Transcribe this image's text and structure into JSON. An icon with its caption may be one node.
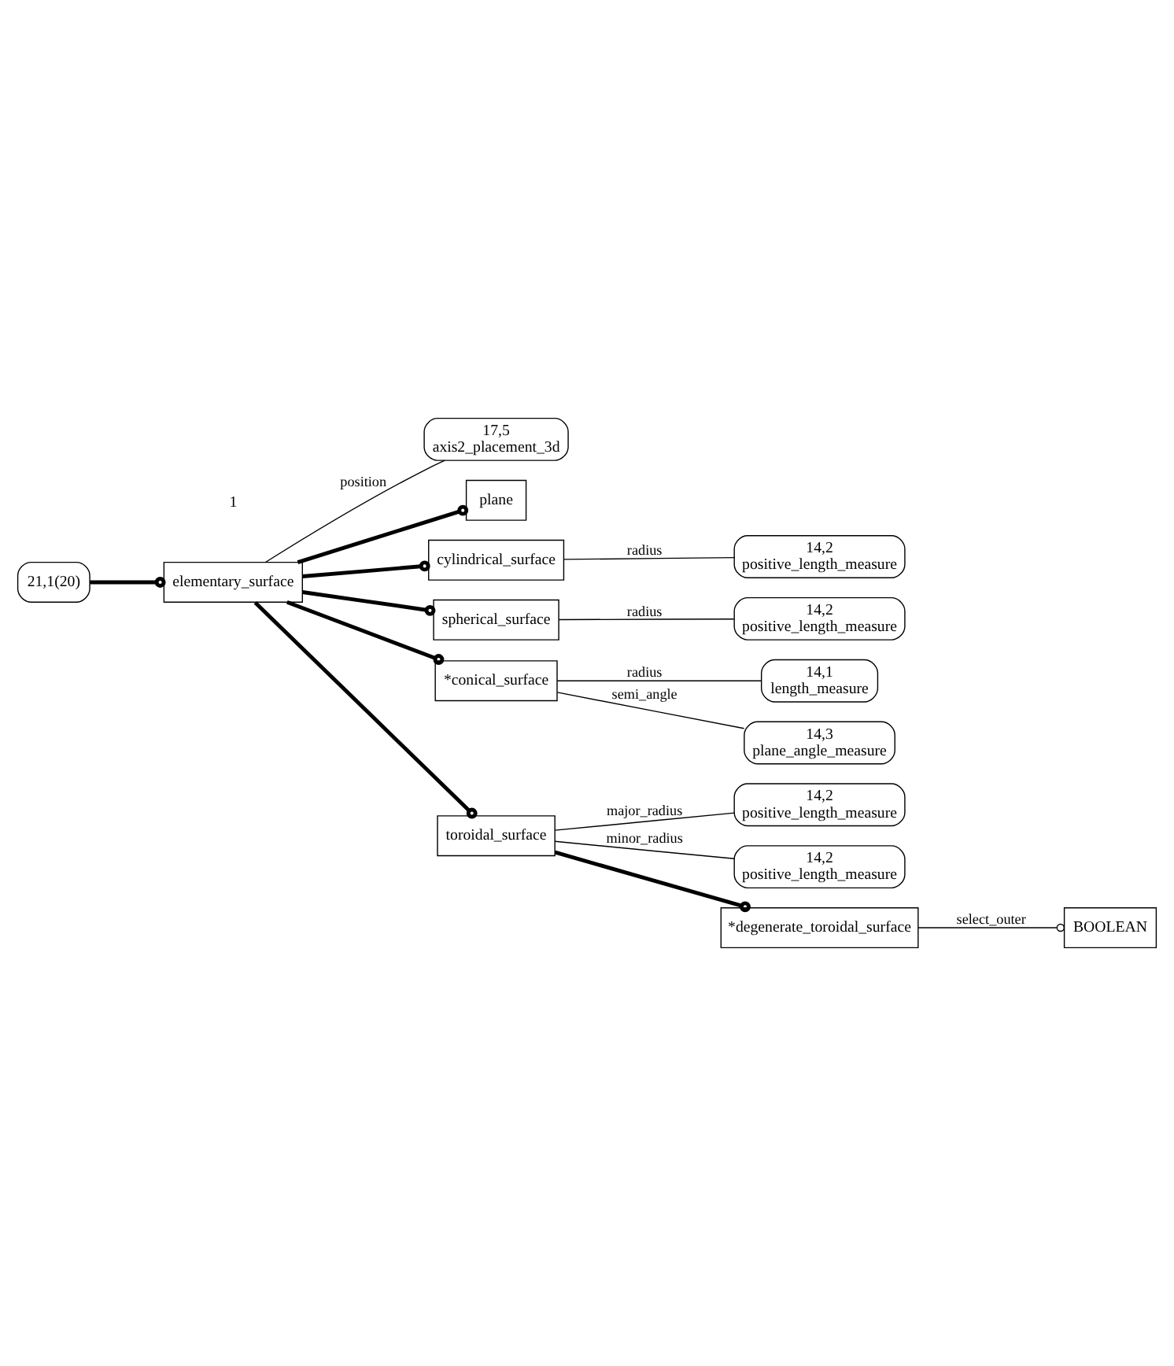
{
  "diagram": {
    "nodes": [
      {
        "text": [
          "21,1(20)"
        ]
      },
      {
        "text": [
          "elementary_surface"
        ]
      },
      {
        "text": [
          "17,5",
          "axis2_placement_3d"
        ]
      },
      {
        "text": [
          "plane"
        ]
      },
      {
        "text": [
          "cylindrical_surface"
        ]
      },
      {
        "text": [
          "14,2",
          "positive_length_measure"
        ]
      },
      {
        "text": [
          "spherical_surface"
        ]
      },
      {
        "text": [
          "14,2",
          "positive_length_measure"
        ]
      },
      {
        "text": [
          "*conical_surface"
        ]
      },
      {
        "text": [
          "14,1",
          "length_measure"
        ]
      },
      {
        "text": [
          "14,3",
          "plane_angle_measure"
        ]
      },
      {
        "text": [
          "toroidal_surface"
        ]
      },
      {
        "text": [
          "14,2",
          "positive_length_measure"
        ]
      },
      {
        "text": [
          "14,2",
          "positive_length_measure"
        ]
      },
      {
        "text": [
          "*degenerate_toroidal_surface"
        ]
      },
      {
        "text": [
          "BOOLEAN"
        ]
      }
    ],
    "edges": [
      {
        "from": 0,
        "to": 1,
        "arrow": "other",
        "style": "thick"
      },
      {
        "from": 1,
        "to": 2,
        "arrow": "none",
        "label": "position"
      },
      {
        "from": 1,
        "to": 3,
        "arrow": "other",
        "style": "thick"
      },
      {
        "from": 1,
        "to": 4,
        "arrow": "other",
        "style": "thick"
      },
      {
        "from": 1,
        "to": 6,
        "arrow": "other",
        "style": "thick"
      },
      {
        "from": 1,
        "to": 8,
        "arrow": "other",
        "style": "thick"
      },
      {
        "from": 1,
        "to": 11,
        "arrow": "other",
        "style": "thick"
      },
      {
        "from": 4,
        "to": 5,
        "arrow": "none",
        "label": "radius"
      },
      {
        "from": 6,
        "to": 7,
        "arrow": "none",
        "label": "radius"
      },
      {
        "from": 8,
        "to": 9,
        "arrow": "none",
        "label": "radius"
      },
      {
        "from": 8,
        "to": 10,
        "arrow": "none",
        "label": "semi_angle"
      },
      {
        "from": 11,
        "to": 12,
        "arrow": "none",
        "label": "major_radius"
      },
      {
        "from": 11,
        "to": 13,
        "arrow": "none",
        "label": "minor_radius"
      },
      {
        "from": 11,
        "to": 14,
        "arrow": "other",
        "style": "thick"
      },
      {
        "from": 14,
        "to": 15,
        "arrow": "other",
        "label": "select_outer"
      }
    ],
    "labels": [
      "1"
    ]
  }
}
